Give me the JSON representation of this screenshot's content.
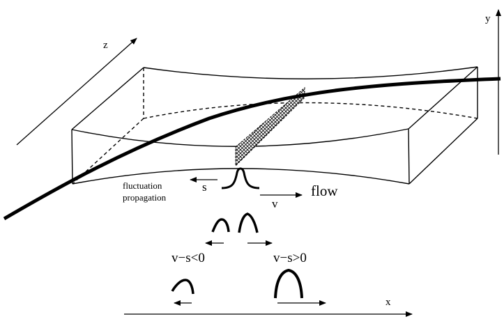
{
  "axes": {
    "z_label": "z",
    "y_label": "y",
    "x_label": "x"
  },
  "labels": {
    "fluctuation_line1": "fluctuation",
    "fluctuation_line2": "propagation",
    "s": "s",
    "v": "v",
    "flow": "flow",
    "v_minus_s_negative": "v−s<0",
    "v_minus_s_positive": "v−s>0"
  }
}
